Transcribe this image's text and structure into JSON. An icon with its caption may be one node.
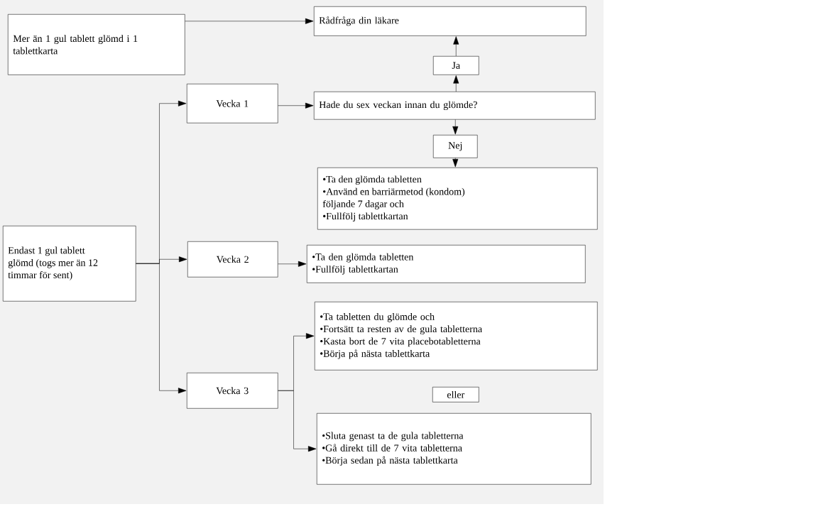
{
  "diagram": {
    "nodes": [
      {
        "text": [
          "Mer än 1 gul tablett glömd i 1 tablettkarta"
        ]
      },
      {
        "text": [
          "Rådfråga din läkare"
        ]
      },
      {
        "text": [
          "Ja"
        ]
      },
      {
        "text": [
          "Vecka 1"
        ]
      },
      {
        "text": [
          "Hade du sex veckan innan du glömde?"
        ]
      },
      {
        "text": [
          "Nej"
        ]
      },
      {
        "text": [
          "•Ta den glömda tabletten",
          "•Använd en barriärmetod (kondom) följande 7 dagar och",
          "•Fullfölj tablettkartan"
        ]
      },
      {
        "text": [
          "Endast 1 gul tablett glömd (togs mer än 12 timmar för sent)"
        ]
      },
      {
        "text": [
          "Vecka 2"
        ]
      },
      {
        "text": [
          "•Ta den glömda tabletten",
          "•Fullfölj tablettkartan"
        ]
      },
      {
        "text": [
          "Vecka 3"
        ]
      },
      {
        "text": [
          "•Ta tabletten du glömde och",
          "•Fortsätt ta resten av de gula tabletterna",
          "•Kasta bort de 7 vita placebotabletterna",
          "•Börja på nästa tablettkarta"
        ]
      },
      {
        "text": [
          "eller"
        ]
      },
      {
        "text": [
          "•Sluta genast ta de gula tabletterna",
          "•Gå direkt till de 7 vita tabletterna",
          "•Börja sedan på nästa tablettkarta"
        ]
      }
    ],
    "edges": [
      {
        "from": 0,
        "to": 1,
        "arrow": "to"
      },
      {
        "from": 4,
        "to": 2,
        "arrow": "to"
      },
      {
        "from": 2,
        "to": 1,
        "arrow": "to"
      },
      {
        "from": 3,
        "to": 4,
        "arrow": "to"
      },
      {
        "from": 4,
        "to": 5,
        "arrow": "to"
      },
      {
        "from": 5,
        "to": 6,
        "arrow": "to"
      },
      {
        "from": 7,
        "to": 3,
        "arrow": "to"
      },
      {
        "from": 7,
        "to": 8,
        "arrow": "to"
      },
      {
        "from": 7,
        "to": 10,
        "arrow": "to"
      },
      {
        "from": 8,
        "to": 9,
        "arrow": "to"
      },
      {
        "from": 10,
        "to": 11,
        "arrow": "to"
      },
      {
        "from": 10,
        "to": 13,
        "arrow": "to"
      }
    ]
  }
}
